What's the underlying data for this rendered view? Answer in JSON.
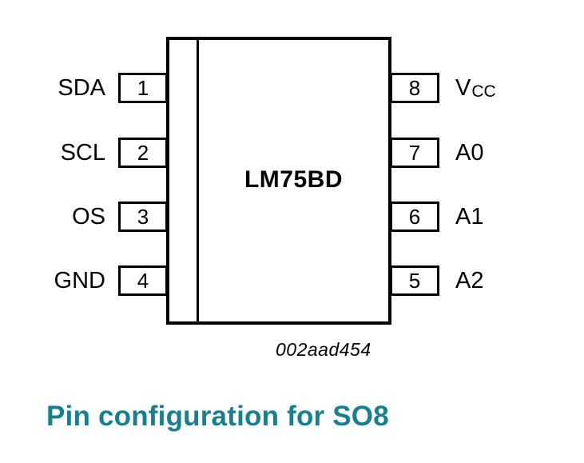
{
  "diagram": {
    "chip_label": "LM75BD",
    "figure_id": "002aad454",
    "caption": "Pin configuration for SO8",
    "caption_color": "#17808F",
    "left_pins": [
      {
        "number": "1",
        "name": "SDA"
      },
      {
        "number": "2",
        "name": "SCL"
      },
      {
        "number": "3",
        "name": "OS"
      },
      {
        "number": "4",
        "name": "GND"
      }
    ],
    "right_pins": [
      {
        "number": "8",
        "name": "V",
        "subscript": "CC"
      },
      {
        "number": "7",
        "name": "A0"
      },
      {
        "number": "6",
        "name": "A1"
      },
      {
        "number": "5",
        "name": "A2"
      }
    ]
  }
}
